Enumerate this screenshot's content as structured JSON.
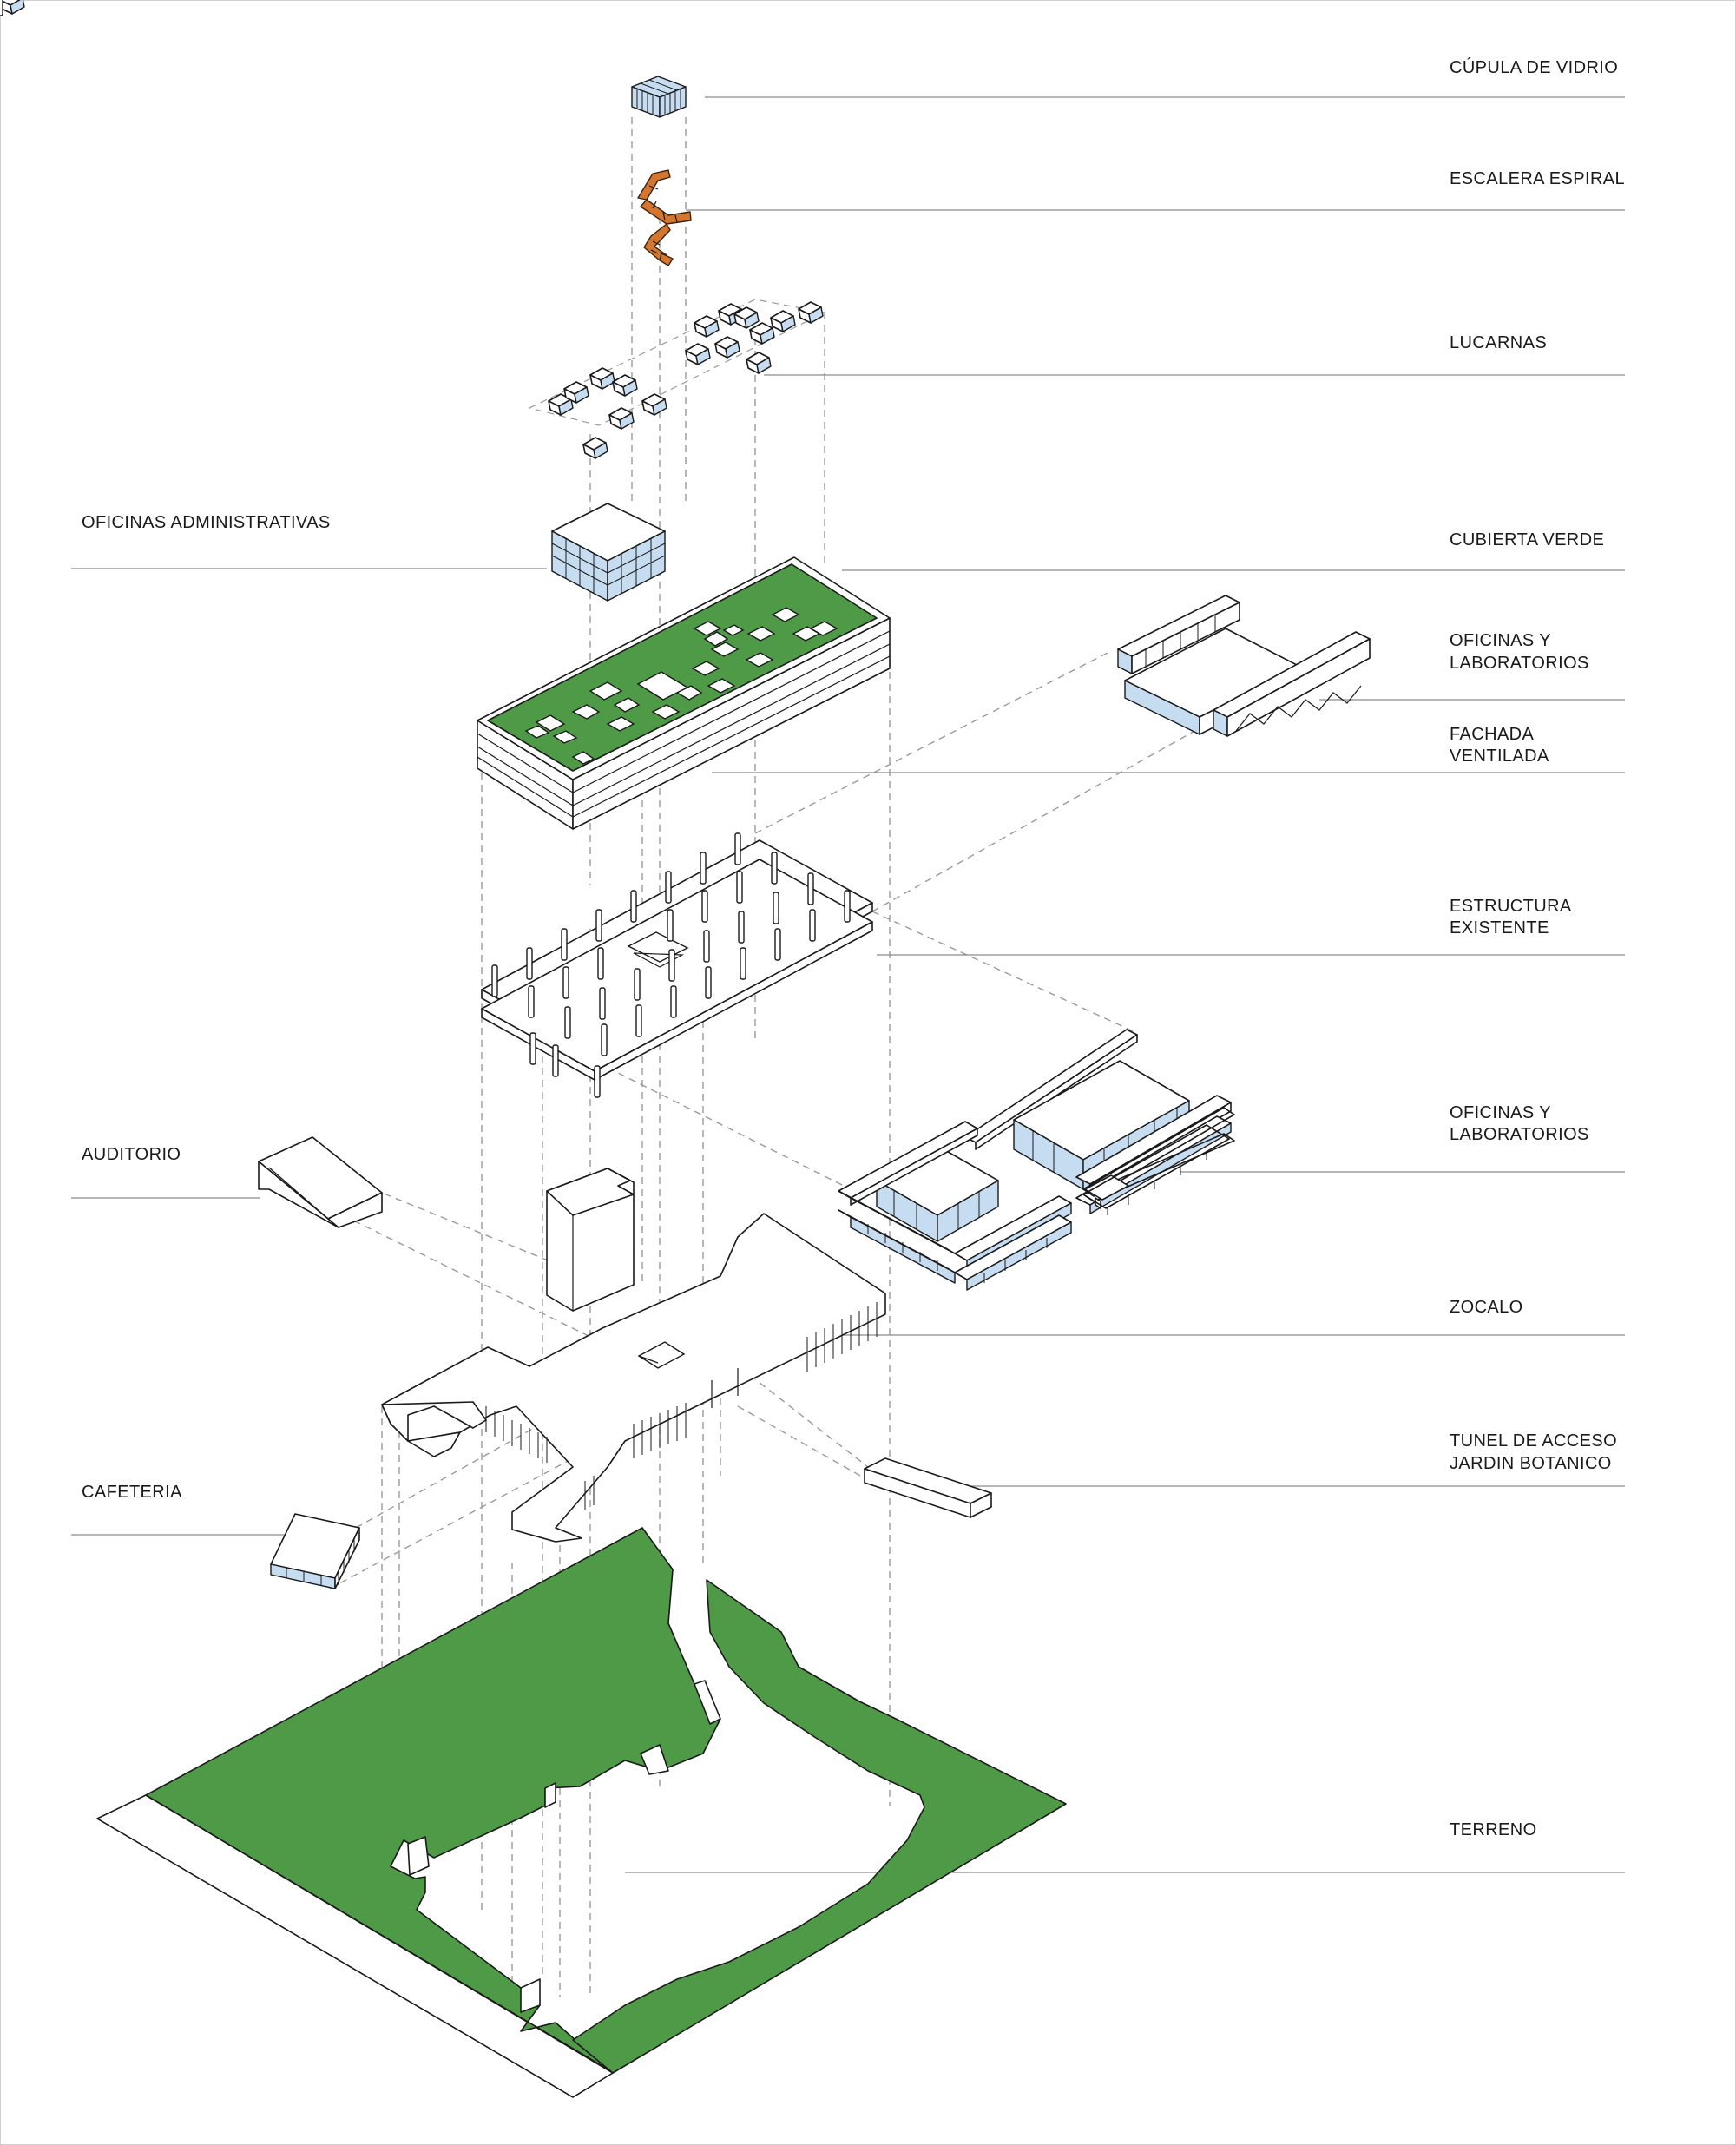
{
  "labels": {
    "cupula": "CÚPULA DE VIDRIO",
    "escalera": "ESCALERA ESPIRAL",
    "lucarnas": "LUCARNAS",
    "oficinas_admin": "OFICINAS ADMINISTRATIVAS",
    "cubierta": "CUBIERTA VERDE",
    "oficinas_lab_1_line1": "OFICINAS Y",
    "oficinas_lab_1_line2": "LABORATORIOS",
    "fachada_line1": "FACHADA",
    "fachada_line2": "VENTILADA",
    "estructura_line1": "ESTRUCTURA",
    "estructura_line2": "EXISTENTE",
    "oficinas_lab_2_line1": "OFICINAS Y",
    "oficinas_lab_2_line2": "LABORATORIOS",
    "auditorio": "AUDITORIO",
    "zocalo": "ZOCALO",
    "tunel_line1": "TUNEL DE ACCESO",
    "tunel_line2": "JARDIN BOTANICO",
    "cafeteria": "CAFETERIA",
    "terreno": "TERRENO"
  },
  "colors": {
    "green_roof": "#4e9a47",
    "glass": "#c6dcf0",
    "stair": "#d4762e",
    "leader": "#8a8a8a",
    "linework": "#1a1a1a"
  }
}
